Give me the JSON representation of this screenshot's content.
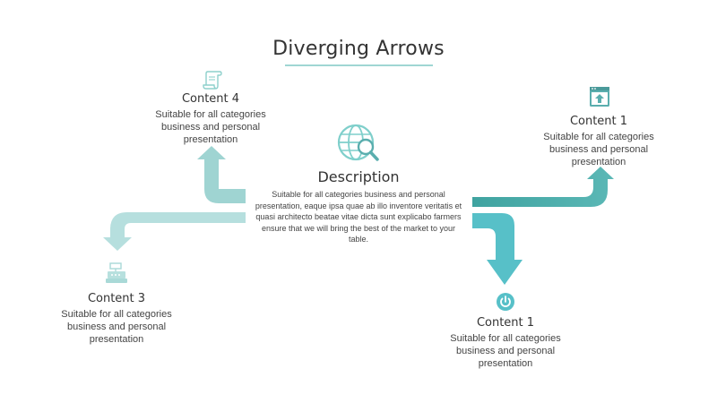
{
  "title": "Diverging Arrows",
  "colors": {
    "arrow_light": "#9fd4d2",
    "arrow_lighter": "#b6dfde",
    "arrow_teal": "#5aaeae",
    "arrow_cyan": "#57c0c8",
    "icon_teal": "#7fcfcb",
    "icon_dark": "#5aaeae"
  },
  "center": {
    "icon": "globe-search-icon",
    "heading": "Description",
    "body": "Suitable for all categories business and personal presentation, eaque ipsa quae ab illo inventore veritatis et quasi architecto beatae vitae dicta sunt explicabo farmers ensure that we will bring the best of the market to your table."
  },
  "blocks": {
    "top_left": {
      "icon": "scroll-icon",
      "heading": "Content 4",
      "body": "Suitable for all categories business and personal presentation"
    },
    "bottom_left": {
      "icon": "cash-register-icon",
      "heading": "Content 3",
      "body": "Suitable for all categories business and personal presentation"
    },
    "top_right": {
      "icon": "upload-window-icon",
      "heading": "Content 1",
      "body": "Suitable for all categories business and personal presentation"
    },
    "bottom_right": {
      "icon": "power-icon",
      "heading": "Content 1",
      "body": "Suitable for all categories business and personal presentation"
    }
  }
}
